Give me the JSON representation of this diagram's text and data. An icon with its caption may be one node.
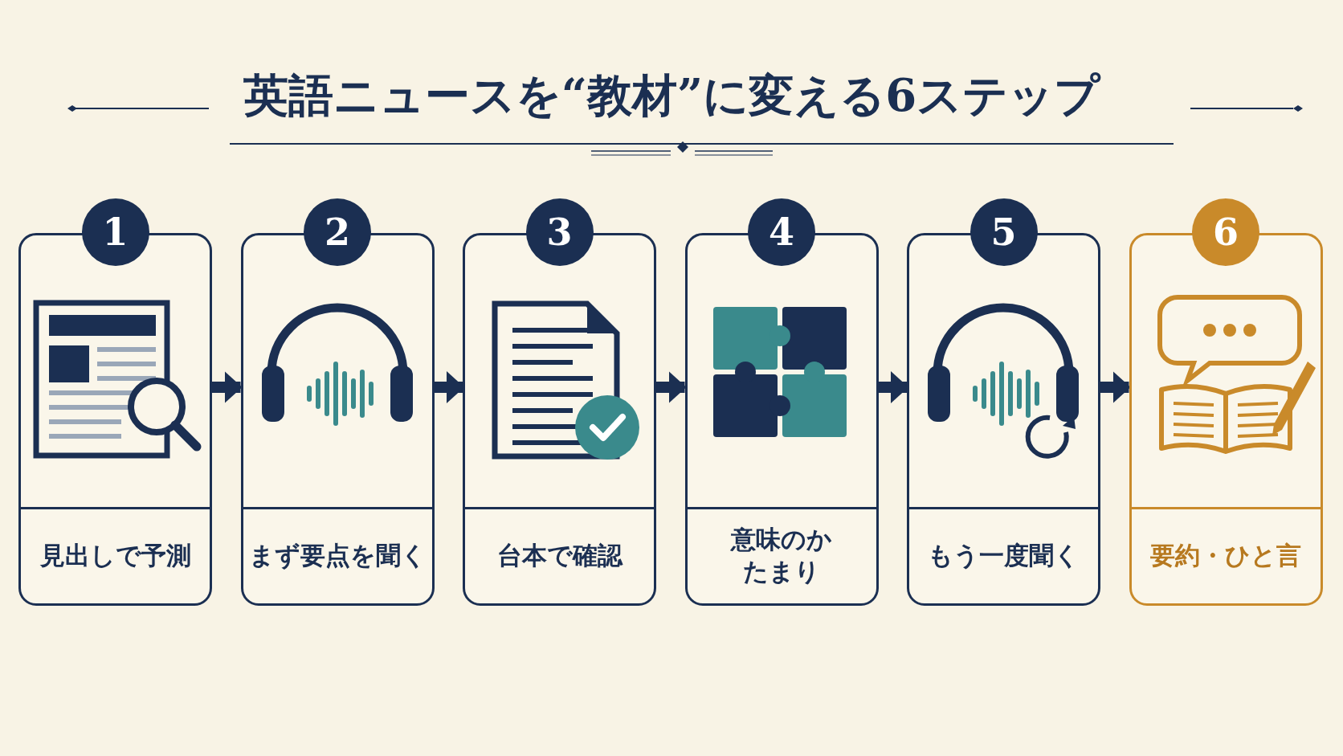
{
  "diagram": {
    "title": "英語ニュースを“教材”に変える6ステップ",
    "nodes": [
      {
        "text": [
          "1",
          "見出しで予測"
        ]
      },
      {
        "text": [
          "2",
          "まず要点を聞く"
        ]
      },
      {
        "text": [
          "3",
          "台本で確認"
        ]
      },
      {
        "text": [
          "4",
          "意味のかたまり"
        ]
      },
      {
        "text": [
          "5",
          "もう一度聞く"
        ]
      },
      {
        "text": [
          "6",
          "要約・ひと言"
        ]
      }
    ],
    "edges": [
      {
        "from": 0,
        "to": 1,
        "arrow": "to"
      },
      {
        "from": 1,
        "to": 2,
        "arrow": "to"
      },
      {
        "from": 2,
        "to": 3,
        "arrow": "to"
      },
      {
        "from": 3,
        "to": 4,
        "arrow": "to"
      },
      {
        "from": 4,
        "to": 5,
        "arrow": "to"
      }
    ]
  }
}
